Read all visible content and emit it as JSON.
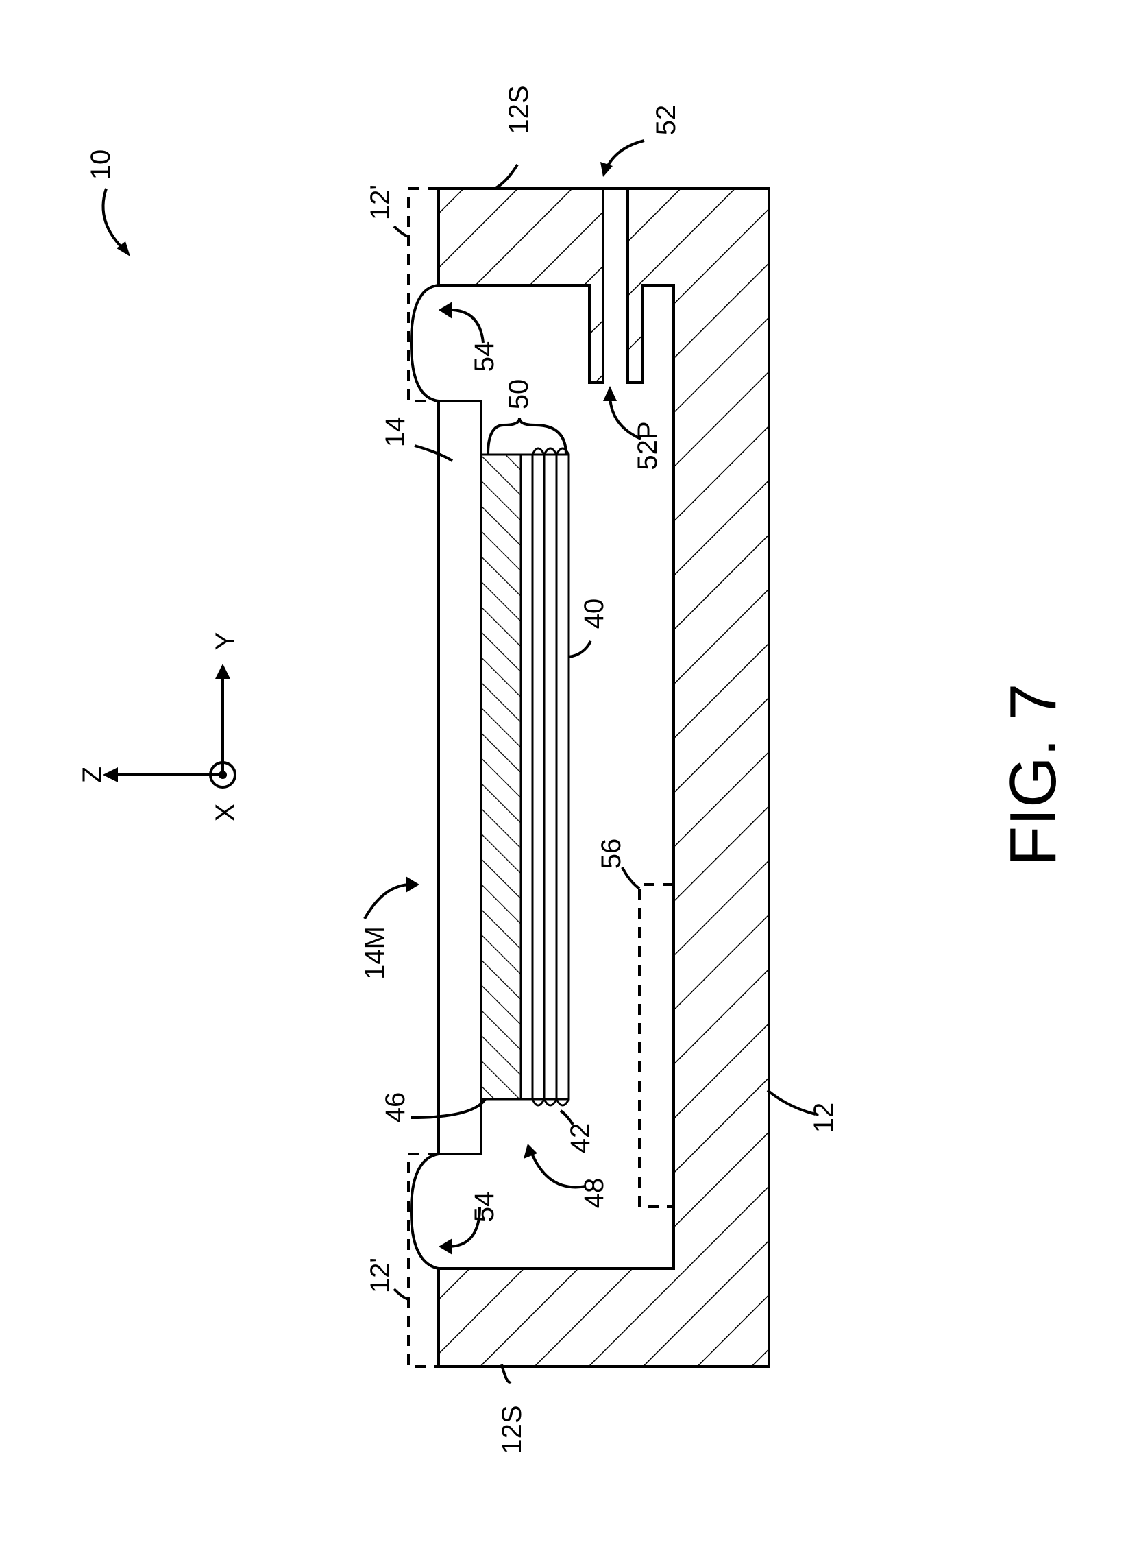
{
  "figure_label": "FIG. 7",
  "reference_numerals": {
    "device": "10",
    "axis_z": "Z",
    "axis_y": "Y",
    "axis_x": "X",
    "substrate": "12",
    "substrate_side_top": "12S",
    "substrate_side_bottom": "12S",
    "removed_portion_top": "12'",
    "removed_portion_bottom": "12'",
    "membrane": "14",
    "membrane_region": "14M",
    "coil": "40",
    "winding": "42",
    "adhesive": "46",
    "gap": "48",
    "coil_stack": "50",
    "port": "52",
    "port_passage": "52P",
    "recess_top": "54",
    "recess_bottom": "54",
    "component": "56"
  },
  "colors": {
    "ink": "#000000",
    "paper": "#ffffff"
  }
}
